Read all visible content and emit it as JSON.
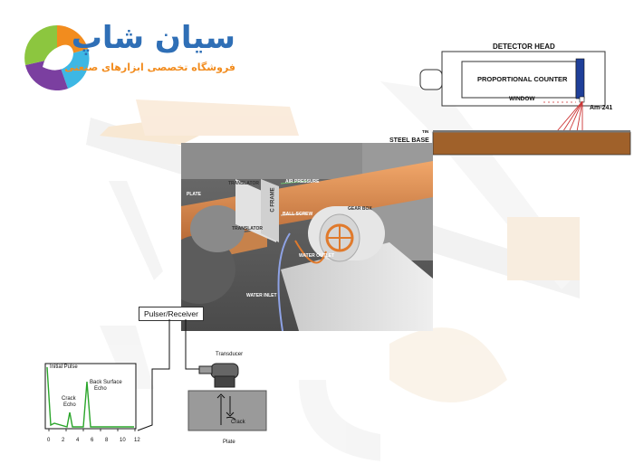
{
  "brand": {
    "name": "سیان شاپ",
    "tagline": "فروشگاه تخصصی ابزارهای صنعتی",
    "colors": {
      "blue": "#2f6fb6",
      "orange": "#f28c1e",
      "green": "#8cc63f",
      "purple": "#7b3fa0",
      "cyan": "#3db7e4"
    }
  },
  "detector": {
    "head_label": "DETECTOR HEAD",
    "counter_label": "PROPORTIONAL COUNTER",
    "window_label": "WINDOW",
    "source_label": "Am-241",
    "tin_label": "TIN",
    "steel_label": "STEEL BASE"
  },
  "photo": {
    "labels": {
      "plate": "PLATE",
      "translator_top": "TRANSLATOR",
      "translator_bottom": "TRANSLATOR",
      "c_frame": "C FRAME",
      "air_pressure": "AIR PRESSURE",
      "ball_screw": "BALL SCREW",
      "gear_box": "GEAR BOX",
      "water_outlet": "WATER OUTLET",
      "water_inlet": "WATER INLET"
    }
  },
  "ultrasonic": {
    "pulser_label": "Pulser/Receiver",
    "initial_pulse": "Initial Pulse",
    "crack_echo_1": "Crack",
    "crack_echo_2": "Echo",
    "back_echo_1": "Back Surface",
    "back_echo_2": "Echo",
    "transducer": "Transducer",
    "crack": "Crack",
    "plate": "Plate",
    "ticks": [
      "0",
      "2",
      "4",
      "6",
      "8",
      "10",
      "12"
    ]
  }
}
